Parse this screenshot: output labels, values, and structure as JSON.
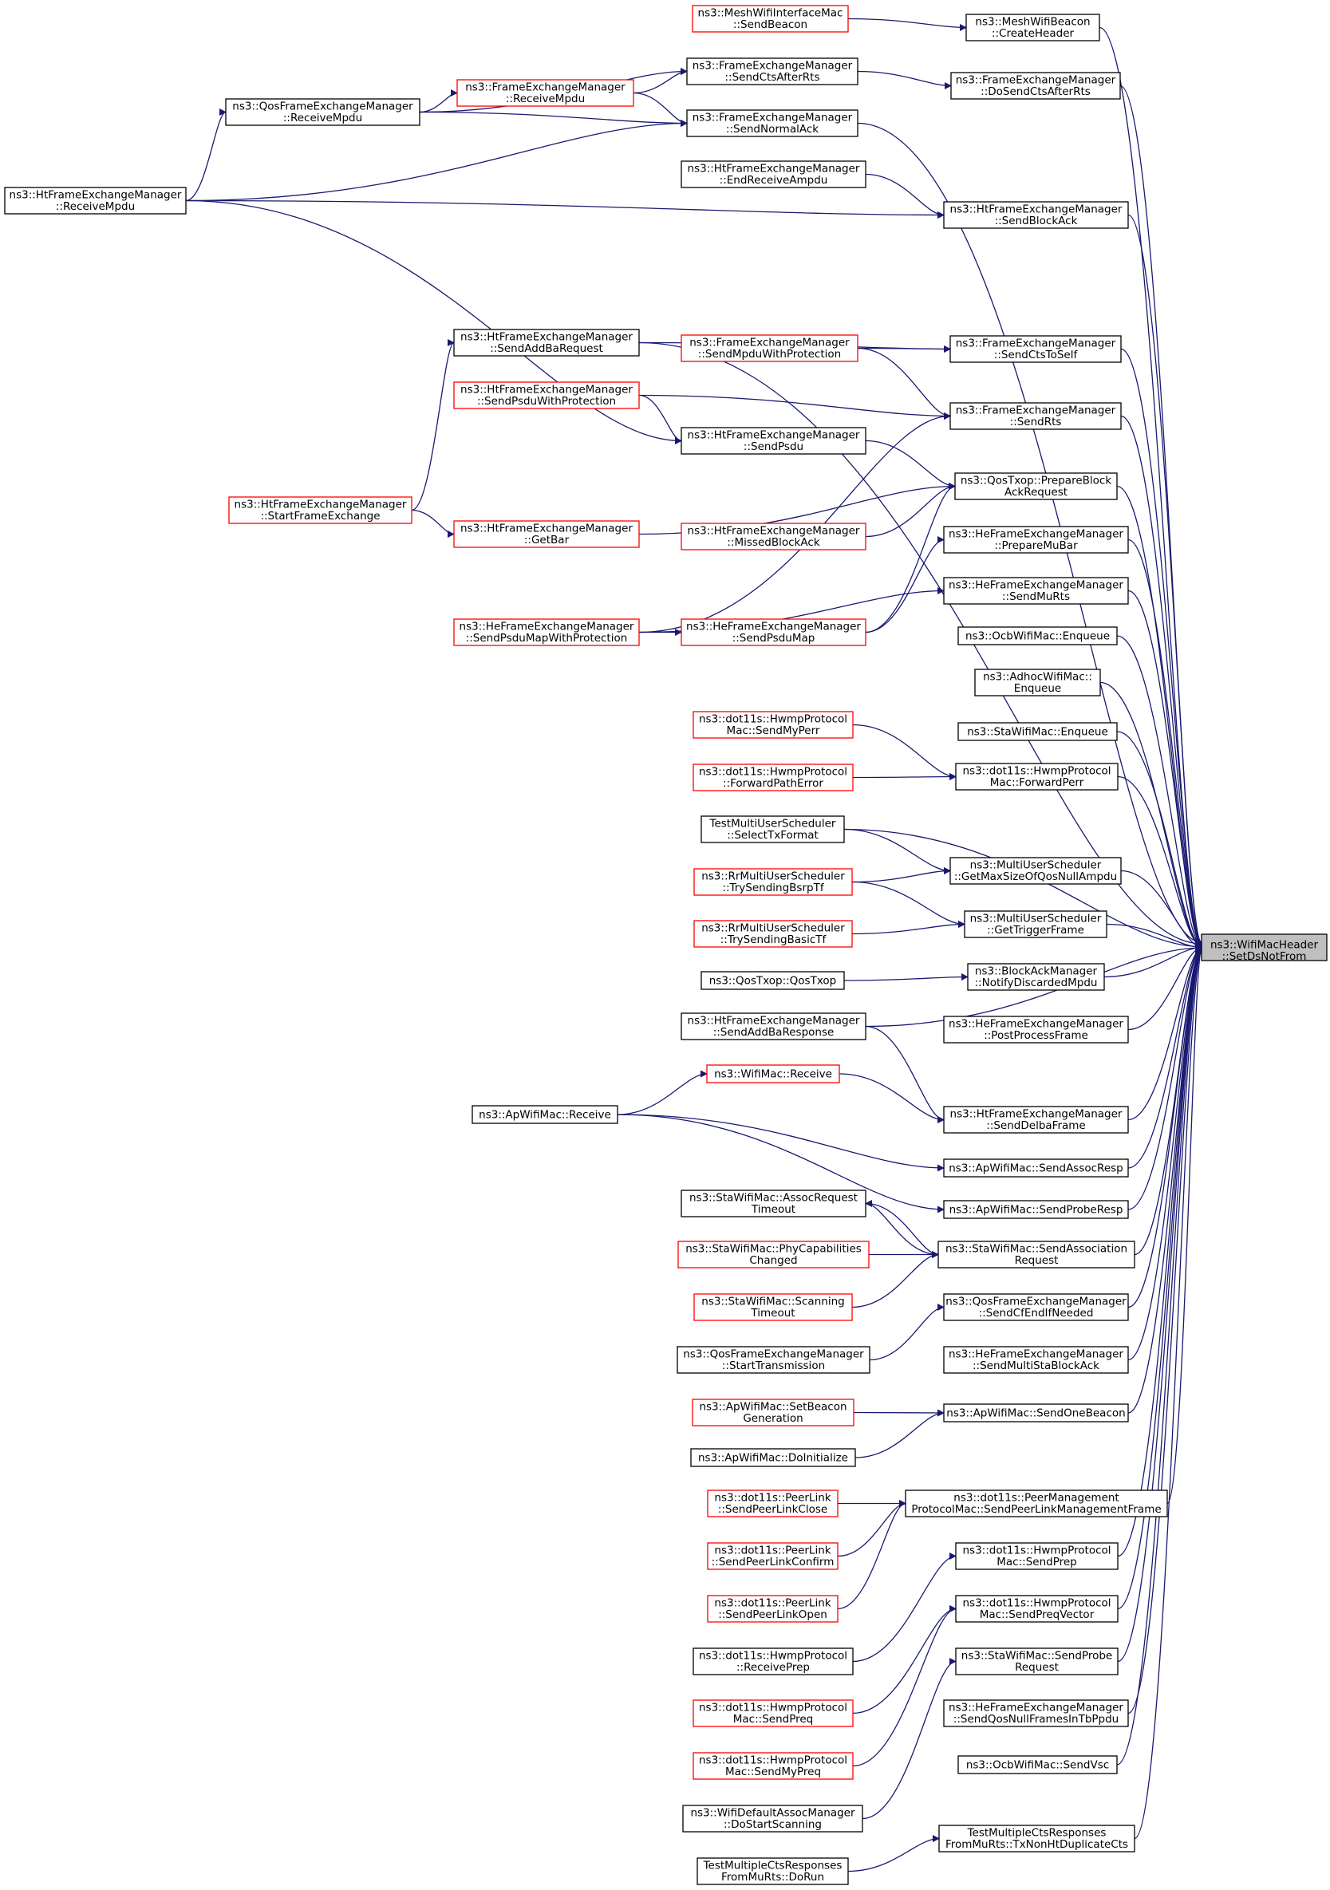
{
  "graph": {
    "target": {
      "line1": "ns3::WifiMacHeader",
      "line2": "::SetDsNotFrom"
    },
    "colors": {
      "edge": "#191970",
      "node_border": "#000000",
      "external_border": "#ff0000",
      "target_fill": "#bfbfbf",
      "node_fill": "#ffffff",
      "text": "#000000"
    },
    "nodes": [
      {
        "id": "n0",
        "lines": [
          "ns3::MeshWifiInterfaceMac",
          "::SendBeacon"
        ],
        "red": true
      },
      {
        "id": "n1",
        "lines": [
          "ns3::MeshWifiBeacon",
          "::CreateHeader"
        ],
        "red": false
      },
      {
        "id": "n2",
        "lines": [
          "ns3::FrameExchangeManager",
          "::SendCtsAfterRts"
        ],
        "red": false
      },
      {
        "id": "n3",
        "lines": [
          "ns3::FrameExchangeManager",
          "::DoSendCtsAfterRts"
        ],
        "red": false
      },
      {
        "id": "n4",
        "lines": [
          "ns3::FrameExchangeManager",
          "::ReceiveMpdu"
        ],
        "red": true
      },
      {
        "id": "n5",
        "lines": [
          "ns3::QosFrameExchangeManager",
          "::ReceiveMpdu"
        ],
        "red": false
      },
      {
        "id": "n6",
        "lines": [
          "ns3::FrameExchangeManager",
          "::SendNormalAck"
        ],
        "red": false
      },
      {
        "id": "n7",
        "lines": [
          "ns3::HtFrameExchangeManager",
          "::EndReceiveAmpdu"
        ],
        "red": false
      },
      {
        "id": "n8",
        "lines": [
          "ns3::HtFrameExchangeManager",
          "::ReceiveMpdu"
        ],
        "red": false
      },
      {
        "id": "n9",
        "lines": [
          "ns3::HtFrameExchangeManager",
          "::SendBlockAck"
        ],
        "red": false
      },
      {
        "id": "n10",
        "lines": [
          "ns3::HtFrameExchangeManager",
          "::SendAddBaRequest"
        ],
        "red": false
      },
      {
        "id": "n11",
        "lines": [
          "ns3::FrameExchangeManager",
          "::SendMpduWithProtection"
        ],
        "red": true
      },
      {
        "id": "n12",
        "lines": [
          "ns3::FrameExchangeManager",
          "::SendCtsToSelf"
        ],
        "red": false
      },
      {
        "id": "n13",
        "lines": [
          "ns3::HtFrameExchangeManager",
          "::SendPsduWithProtection"
        ],
        "red": true
      },
      {
        "id": "n14",
        "lines": [
          "ns3::FrameExchangeManager",
          "::SendRts"
        ],
        "red": false
      },
      {
        "id": "n15",
        "lines": [
          "ns3::HtFrameExchangeManager",
          "::SendPsdu"
        ],
        "red": false
      },
      {
        "id": "n16",
        "lines": [
          "ns3::QosTxop::PrepareBlock",
          "AckRequest"
        ],
        "red": false
      },
      {
        "id": "n17",
        "lines": [
          "ns3::HtFrameExchangeManager",
          "::StartFrameExchange"
        ],
        "red": true
      },
      {
        "id": "n18",
        "lines": [
          "ns3::HtFrameExchangeManager",
          "::GetBar"
        ],
        "red": true
      },
      {
        "id": "n19",
        "lines": [
          "ns3::HtFrameExchangeManager",
          "::MissedBlockAck"
        ],
        "red": true
      },
      {
        "id": "n20",
        "lines": [
          "ns3::HeFrameExchangeManager",
          "::PrepareMuBar"
        ],
        "red": false
      },
      {
        "id": "n21",
        "lines": [
          "ns3::HeFrameExchangeManager",
          "::SendMuRts"
        ],
        "red": false
      },
      {
        "id": "n22",
        "lines": [
          "ns3::HeFrameExchangeManager",
          "::SendPsduMapWithProtection"
        ],
        "red": true
      },
      {
        "id": "n23",
        "lines": [
          "ns3::HeFrameExchangeManager",
          "::SendPsduMap"
        ],
        "red": true
      },
      {
        "id": "n24",
        "lines": [
          "ns3::OcbWifiMac::Enqueue"
        ],
        "red": false
      },
      {
        "id": "n25",
        "lines": [
          "ns3::AdhocWifiMac::",
          "Enqueue"
        ],
        "red": false
      },
      {
        "id": "n26",
        "lines": [
          "ns3::dot11s::HwmpProtocol",
          "Mac::SendMyPerr"
        ],
        "red": true
      },
      {
        "id": "n27",
        "lines": [
          "ns3::StaWifiMac::Enqueue"
        ],
        "red": false
      },
      {
        "id": "n28",
        "lines": [
          "ns3::dot11s::HwmpProtocol",
          "::ForwardPathError"
        ],
        "red": true
      },
      {
        "id": "n29",
        "lines": [
          "ns3::dot11s::HwmpProtocol",
          "Mac::ForwardPerr"
        ],
        "red": false
      },
      {
        "id": "n30",
        "lines": [
          "TestMultiUserScheduler",
          "::SelectTxFormat"
        ],
        "red": false
      },
      {
        "id": "n31",
        "lines": [
          "ns3::MultiUserScheduler",
          "::GetMaxSizeOfQosNullAmpdu"
        ],
        "red": false
      },
      {
        "id": "n32",
        "lines": [
          "ns3::RrMultiUserScheduler",
          "::TrySendingBsrpTf"
        ],
        "red": true
      },
      {
        "id": "n33",
        "lines": [
          "ns3::MultiUserScheduler",
          "::GetTriggerFrame"
        ],
        "red": false
      },
      {
        "id": "n34",
        "lines": [
          "ns3::RrMultiUserScheduler",
          "::TrySendingBasicTf"
        ],
        "red": true
      },
      {
        "id": "n35",
        "lines": [
          "ns3::QosTxop::QosTxop"
        ],
        "red": false
      },
      {
        "id": "n36",
        "lines": [
          "ns3::BlockAckManager",
          "::NotifyDiscardedMpdu"
        ],
        "red": false
      },
      {
        "id": "n37",
        "lines": [
          "ns3::HtFrameExchangeManager",
          "::SendAddBaResponse"
        ],
        "red": false
      },
      {
        "id": "n38",
        "lines": [
          "ns3::HeFrameExchangeManager",
          "::PostProcessFrame"
        ],
        "red": false
      },
      {
        "id": "n39",
        "lines": [
          "ns3::WifiMac::Receive"
        ],
        "red": true
      },
      {
        "id": "n40",
        "lines": [
          "ns3::ApWifiMac::Receive"
        ],
        "red": false
      },
      {
        "id": "n41",
        "lines": [
          "ns3::HtFrameExchangeManager",
          "::SendDelbaFrame"
        ],
        "red": false
      },
      {
        "id": "n42",
        "lines": [
          "ns3::ApWifiMac::SendAssocResp"
        ],
        "red": false
      },
      {
        "id": "n43",
        "lines": [
          "ns3::ApWifiMac::SendProbeResp"
        ],
        "red": false
      },
      {
        "id": "n44",
        "lines": [
          "ns3::StaWifiMac::AssocRequest",
          "Timeout"
        ],
        "red": false
      },
      {
        "id": "n45",
        "lines": [
          "ns3::StaWifiMac::PhyCapabilities",
          "Changed"
        ],
        "red": true
      },
      {
        "id": "n46",
        "lines": [
          "ns3::StaWifiMac::SendAssociation",
          "Request"
        ],
        "red": false
      },
      {
        "id": "n47",
        "lines": [
          "ns3::StaWifiMac::Scanning",
          "Timeout"
        ],
        "red": true
      },
      {
        "id": "n48",
        "lines": [
          "ns3::QosFrameExchangeManager",
          "::SendCfEndIfNeeded"
        ],
        "red": false
      },
      {
        "id": "n49",
        "lines": [
          "ns3::QosFrameExchangeManager",
          "::StartTransmission"
        ],
        "red": false
      },
      {
        "id": "n50",
        "lines": [
          "ns3::HeFrameExchangeManager",
          "::SendMultiStaBlockAck"
        ],
        "red": false
      },
      {
        "id": "n51",
        "lines": [
          "ns3::ApWifiMac::SetBeacon",
          "Generation"
        ],
        "red": true
      },
      {
        "id": "n52",
        "lines": [
          "ns3::ApWifiMac::SendOneBeacon"
        ],
        "red": false
      },
      {
        "id": "n53",
        "lines": [
          "ns3::ApWifiMac::DoInitialize"
        ],
        "red": false
      },
      {
        "id": "n54",
        "lines": [
          "ns3::dot11s::PeerLink",
          "::SendPeerLinkClose"
        ],
        "red": true
      },
      {
        "id": "n55",
        "lines": [
          "ns3::dot11s::PeerManagement",
          "ProtocolMac::SendPeerLinkManagementFrame"
        ],
        "red": false
      },
      {
        "id": "n56",
        "lines": [
          "ns3::dot11s::PeerLink",
          "::SendPeerLinkConfirm"
        ],
        "red": true
      },
      {
        "id": "n57",
        "lines": [
          "ns3::dot11s::HwmpProtocol",
          "Mac::SendPrep"
        ],
        "red": false
      },
      {
        "id": "n58",
        "lines": [
          "ns3::dot11s::PeerLink",
          "::SendPeerLinkOpen"
        ],
        "red": true
      },
      {
        "id": "n59",
        "lines": [
          "ns3::dot11s::HwmpProtocol",
          "Mac::SendPreqVector"
        ],
        "red": false
      },
      {
        "id": "n60",
        "lines": [
          "ns3::dot11s::HwmpProtocol",
          "::ReceivePrep"
        ],
        "red": false
      },
      {
        "id": "n61",
        "lines": [
          "ns3::StaWifiMac::SendProbe",
          "Request"
        ],
        "red": false
      },
      {
        "id": "n62",
        "lines": [
          "ns3::dot11s::HwmpProtocol",
          "Mac::SendPreq"
        ],
        "red": true
      },
      {
        "id": "n63",
        "lines": [
          "ns3::HeFrameExchangeManager",
          "::SendQosNullFramesInTbPpdu"
        ],
        "red": false
      },
      {
        "id": "n64",
        "lines": [
          "ns3::dot11s::HwmpProtocol",
          "Mac::SendMyPreq"
        ],
        "red": true
      },
      {
        "id": "n65",
        "lines": [
          "ns3::OcbWifiMac::SendVsc"
        ],
        "red": false
      },
      {
        "id": "n66",
        "lines": [
          "ns3::WifiDefaultAssocManager",
          "::DoStartScanning"
        ],
        "red": false
      },
      {
        "id": "n67",
        "lines": [
          "TestMultipleCtsResponses",
          "FromMuRts::TxNonHtDuplicateCts"
        ],
        "red": false
      },
      {
        "id": "n68",
        "lines": [
          "TestMultipleCtsResponses",
          "FromMuRts::DoRun"
        ],
        "red": false
      }
    ],
    "edges": [
      [
        "n0",
        "n1"
      ],
      [
        "n2",
        "n3"
      ],
      [
        "n4",
        "n2"
      ],
      [
        "n5",
        "n2"
      ],
      [
        "n5",
        "n4"
      ],
      [
        "n4",
        "n6"
      ],
      [
        "n5",
        "n6"
      ],
      [
        "n8",
        "n5"
      ],
      [
        "n8",
        "n6"
      ],
      [
        "n7",
        "n9"
      ],
      [
        "n8",
        "n9"
      ],
      [
        "n8",
        "n15"
      ],
      [
        "n11",
        "n12"
      ],
      [
        "n10",
        "n12"
      ],
      [
        "n11",
        "n14"
      ],
      [
        "n13",
        "n14"
      ],
      [
        "n13",
        "n15"
      ],
      [
        "n15",
        "n16"
      ],
      [
        "n17",
        "n10"
      ],
      [
        "n17",
        "n18"
      ],
      [
        "n18",
        "n16"
      ],
      [
        "n19",
        "n16"
      ],
      [
        "n23",
        "n16"
      ],
      [
        "n22",
        "n14"
      ],
      [
        "n22",
        "n23"
      ],
      [
        "n23",
        "n20"
      ],
      [
        "n22",
        "n21"
      ],
      [
        "n26",
        "n29"
      ],
      [
        "n28",
        "n29"
      ],
      [
        "n30",
        "n31"
      ],
      [
        "n32",
        "n31"
      ],
      [
        "n32",
        "n33"
      ],
      [
        "n34",
        "n33"
      ],
      [
        "n35",
        "n36"
      ],
      [
        "n37",
        "n41"
      ],
      [
        "n39",
        "n41"
      ],
      [
        "n40",
        "n39"
      ],
      [
        "n40",
        "n42"
      ],
      [
        "n40",
        "n43"
      ],
      [
        "n46",
        "n44"
      ],
      [
        "n44",
        "n46"
      ],
      [
        "n45",
        "n46"
      ],
      [
        "n47",
        "n46"
      ],
      [
        "n49",
        "n48"
      ],
      [
        "n51",
        "n52"
      ],
      [
        "n53",
        "n52"
      ],
      [
        "n54",
        "n55"
      ],
      [
        "n56",
        "n55"
      ],
      [
        "n58",
        "n55"
      ],
      [
        "n60",
        "n57"
      ],
      [
        "n62",
        "n59"
      ],
      [
        "n64",
        "n59"
      ],
      [
        "n66",
        "n61"
      ],
      [
        "n68",
        "n67"
      ],
      [
        "n1",
        "T"
      ],
      [
        "n3",
        "T"
      ],
      [
        "n6",
        "T"
      ],
      [
        "n9",
        "T"
      ],
      [
        "n10",
        "T"
      ],
      [
        "n12",
        "T"
      ],
      [
        "n14",
        "T"
      ],
      [
        "n16",
        "T"
      ],
      [
        "n20",
        "T"
      ],
      [
        "n21",
        "T"
      ],
      [
        "n24",
        "T"
      ],
      [
        "n25",
        "T"
      ],
      [
        "n27",
        "T"
      ],
      [
        "n29",
        "T"
      ],
      [
        "n30",
        "T"
      ],
      [
        "n31",
        "T"
      ],
      [
        "n33",
        "T"
      ],
      [
        "n36",
        "T"
      ],
      [
        "n37",
        "T"
      ],
      [
        "n38",
        "T"
      ],
      [
        "n41",
        "T"
      ],
      [
        "n42",
        "T"
      ],
      [
        "n43",
        "T"
      ],
      [
        "n46",
        "T"
      ],
      [
        "n48",
        "T"
      ],
      [
        "n50",
        "T"
      ],
      [
        "n52",
        "T"
      ],
      [
        "n55",
        "T"
      ],
      [
        "n57",
        "T"
      ],
      [
        "n59",
        "T"
      ],
      [
        "n61",
        "T"
      ],
      [
        "n63",
        "T"
      ],
      [
        "n65",
        "T"
      ],
      [
        "n67",
        "T"
      ]
    ]
  }
}
